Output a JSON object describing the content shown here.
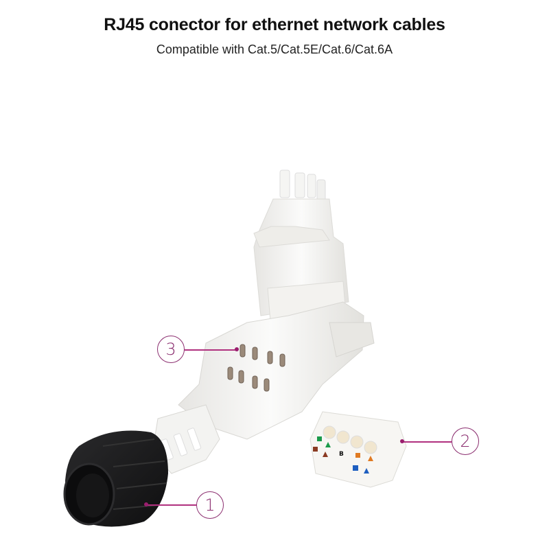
{
  "header": {
    "title": "RJ45 conector for ethernet network cables",
    "subtitle": "Compatible with Cat.5/Cat.5E/Cat.6/Cat.6A"
  },
  "callouts": [
    {
      "number": "1",
      "part": "black-screw-cap"
    },
    {
      "number": "2",
      "part": "wire-management-insert"
    },
    {
      "number": "3",
      "part": "idc-contact-housing"
    }
  ],
  "insert": {
    "label": "B",
    "color_codes": [
      "#1a9a4a",
      "#8a3a22",
      "#e07a22",
      "#1f5fc0"
    ]
  },
  "colors": {
    "accent": "#8a2c6e",
    "cap": "#1b1b1c",
    "plastic": "#f2f1ee"
  }
}
